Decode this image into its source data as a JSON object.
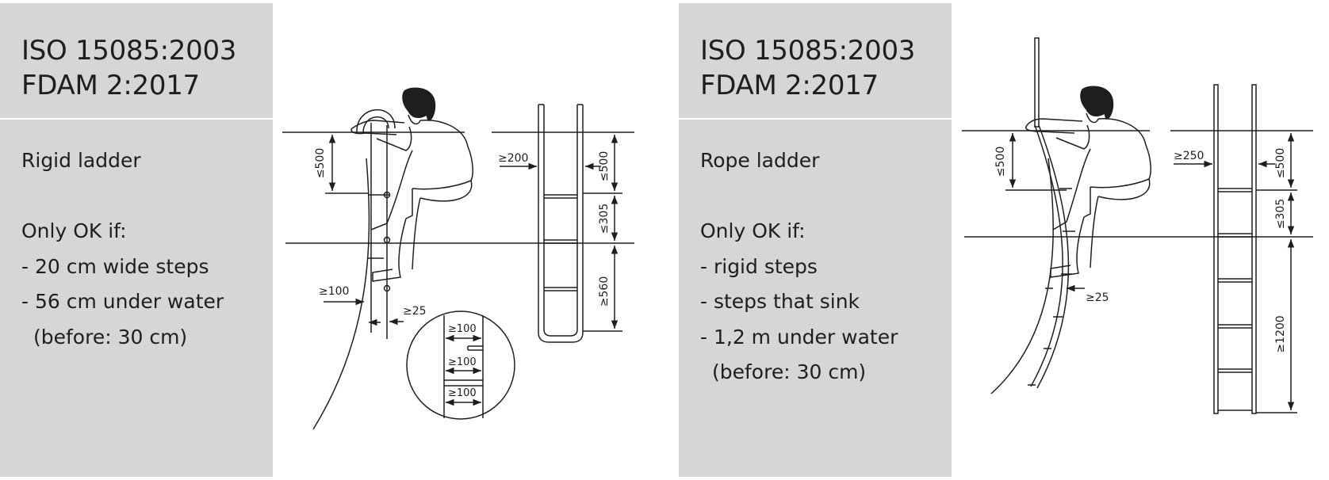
{
  "left_panel": {
    "standard_line1": "ISO 15085:2003",
    "standard_line2": "FDAM 2:2017",
    "title": "Rigid ladder",
    "condition_heading": "Only OK if:",
    "conditions": [
      "- 20 cm wide steps",
      "- 56 cm under water"
    ],
    "note": "(before: 30 cm)"
  },
  "right_panel": {
    "standard_line1": "ISO 15085:2003",
    "standard_line2": "FDAM 2:2017",
    "title": "Rope ladder",
    "condition_heading": "Only OK if:",
    "conditions": [
      "- rigid steps",
      "- steps that sink",
      "- 1,2 m under water"
    ],
    "note": "(before: 30 cm)"
  },
  "rigid_ladder_diagram": {
    "side_max_rung_above_deck": "≤500",
    "side_min_toe_clearance": "≥100",
    "side_min_hand_clearance": "≥25",
    "front_min_inner_width": "≥200",
    "front_max_top_step": "≤500",
    "front_max_step_spacing": "≤305",
    "front_min_depth_under_water": "≥560",
    "detail_step_depth_1": "≥100",
    "detail_step_depth_2": "≥100",
    "detail_step_depth_3": "≥100"
  },
  "rope_ladder_diagram": {
    "side_max_rung_above_deck": "≤500",
    "side_min_hand_clearance": "≥25",
    "front_min_inner_width": "≥250",
    "front_max_top_step": "≤500",
    "front_max_step_spacing": "≤305",
    "front_min_depth_under_water": "≥1200"
  },
  "colors": {
    "panel_background": "#d6d6d4",
    "line_art": "#1e1e1e",
    "page_background": "#ffffff"
  }
}
